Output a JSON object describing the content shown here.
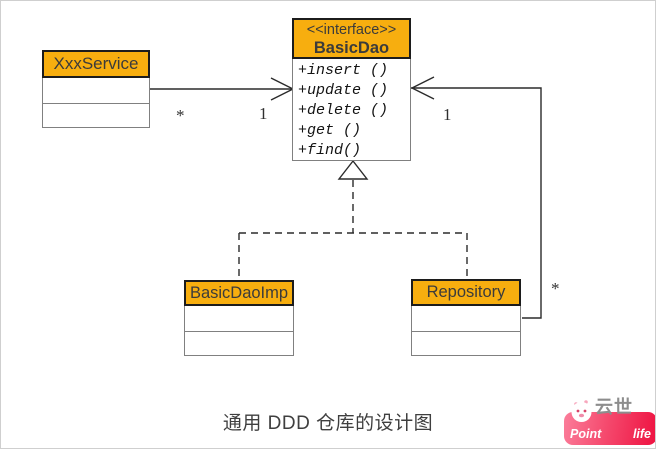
{
  "diagram": {
    "caption": "通用 DDD 仓库的设计图",
    "colors": {
      "header_fill": "#F7AE0F",
      "header_text": "#3B3B3B",
      "header_border": "#1C1C1C",
      "compartment_border": "#808080",
      "line": "#2B2B2B"
    },
    "classes": {
      "xxx_service": {
        "name": "XxxService"
      },
      "basic_dao": {
        "stereotype": "<<interface>>",
        "name": "BasicDao",
        "methods": [
          "+insert ()",
          "+update ()",
          "+delete ()",
          "+get ()",
          "+find()"
        ]
      },
      "basic_dao_imp": {
        "name": "BasicDaoImp"
      },
      "repository": {
        "name": "Repository"
      }
    },
    "relations": {
      "service_to_dao": {
        "source_multiplicity": "*",
        "target_multiplicity": "1"
      },
      "repository_to_dao": {
        "source_multiplicity": "*",
        "target_multiplicity": "1"
      }
    }
  },
  "watermark": {
    "gray_text": "云世",
    "white_text_left": "Point",
    "white_text_right": "life",
    "badge_colors": [
      "#FB7D9A",
      "#EE1140"
    ]
  }
}
